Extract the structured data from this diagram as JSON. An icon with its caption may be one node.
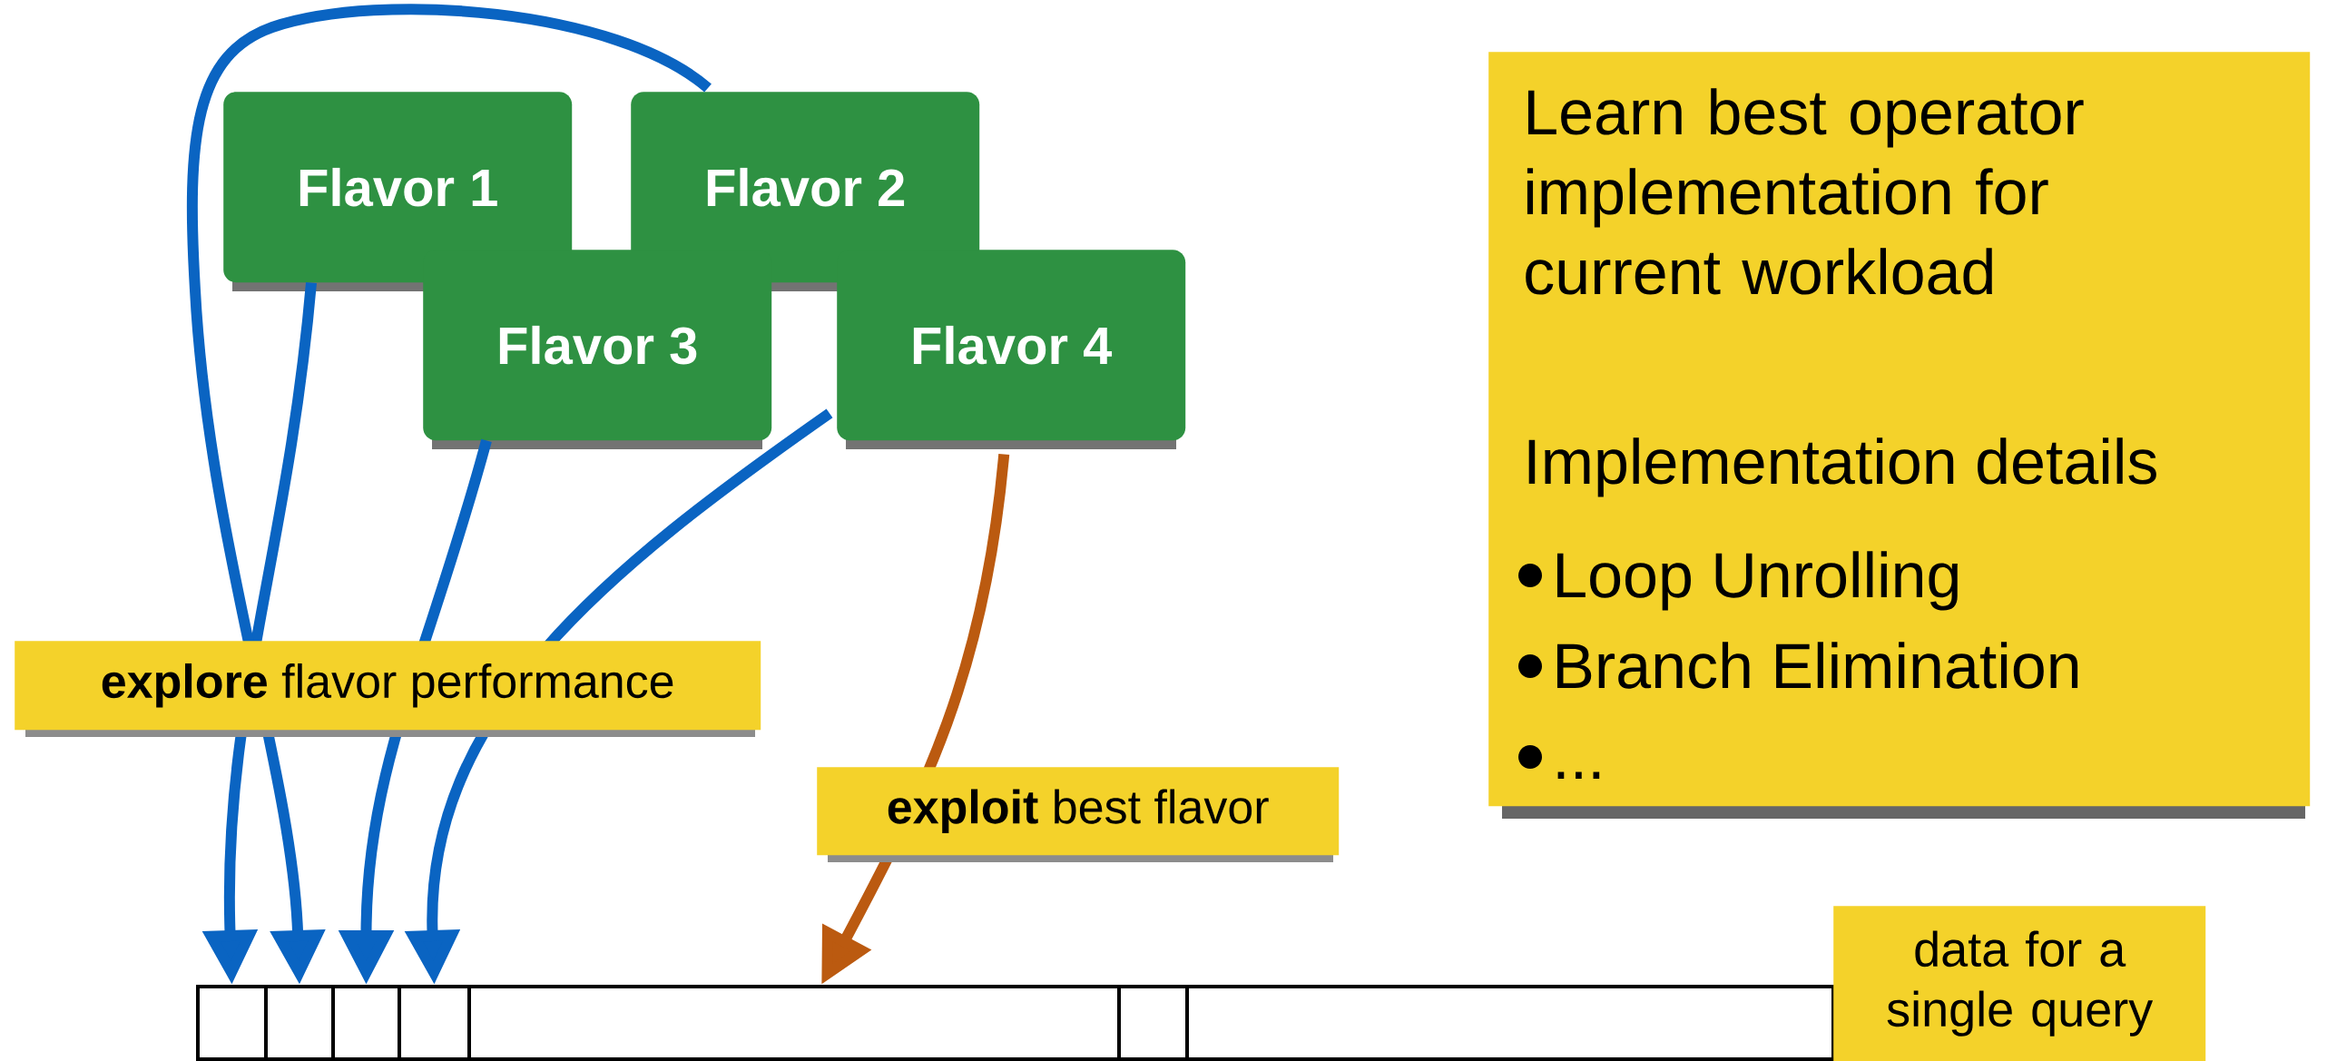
{
  "diagram": {
    "nodes": [
      {
        "text": [
          "Flavor 1"
        ]
      },
      {
        "text": [
          "Flavor 2"
        ]
      },
      {
        "text": [
          "Flavor 3"
        ]
      },
      {
        "text": [
          "Flavor 4"
        ]
      },
      {
        "text": [
          "Learn best operator implementation for current workload",
          "Implementation details",
          "Loop Unrolling",
          "Branch Elimination",
          "..."
        ]
      },
      {
        "text": [],
        "shape": "box"
      },
      {
        "text": [],
        "shape": "box"
      },
      {
        "text": [],
        "shape": "box"
      },
      {
        "text": [],
        "shape": "box"
      },
      {
        "text": [],
        "shape": "box"
      },
      {
        "text": [],
        "shape": "box"
      },
      {
        "text": [],
        "shape": "box"
      },
      {
        "text": [
          "data for a single query"
        ]
      }
    ],
    "edges": [
      {
        "from": 0,
        "to": 5,
        "arrow": "to"
      },
      {
        "from": 1,
        "to": 6,
        "arrow": "to"
      },
      {
        "from": 2,
        "to": 7,
        "arrow": "to",
        "label": "**explore** flavor performance"
      },
      {
        "from": 3,
        "to": 8,
        "arrow": "to"
      },
      {
        "from": 3,
        "to": 9,
        "arrow": "to",
        "color": "#bb5a10",
        "label": "**exploit** best flavor"
      }
    ]
  }
}
